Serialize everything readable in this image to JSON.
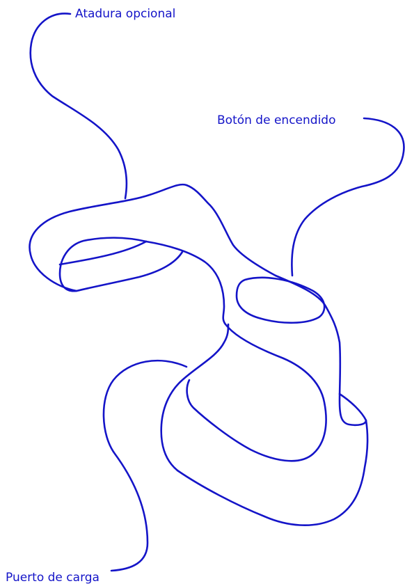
{
  "colors": {
    "line": "#1414C8",
    "text": "#1414C8",
    "background": "#FFFFFF"
  },
  "labels": {
    "strap": "Atadura opcional",
    "power_button": "Botón de encendido",
    "charging_port": "Puerto de carga"
  }
}
